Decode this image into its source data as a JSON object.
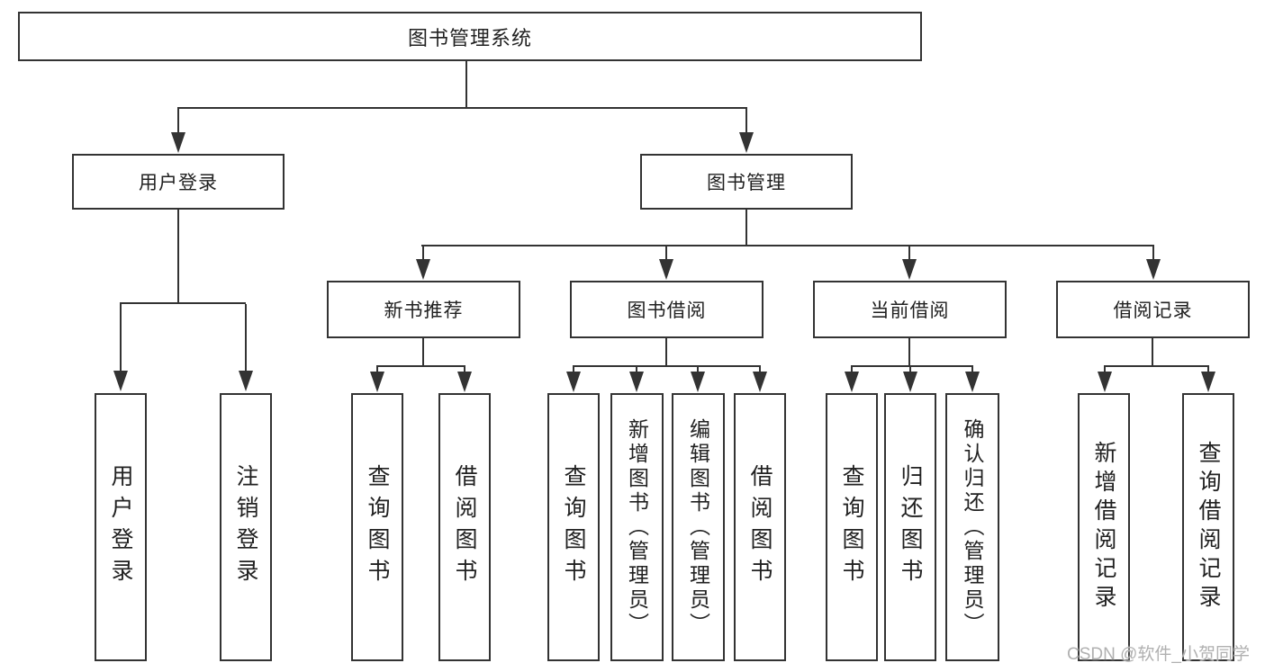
{
  "diagram": {
    "root": {
      "label": "图书管理系统"
    },
    "level2": [
      {
        "label": "用户登录"
      },
      {
        "label": "图书管理"
      }
    ],
    "level3": [
      {
        "label": "新书推荐"
      },
      {
        "label": "图书借阅"
      },
      {
        "label": "当前借阅"
      },
      {
        "label": "借阅记录"
      }
    ],
    "leaves": {
      "user": [
        "用户登录",
        "注销登录"
      ],
      "newbook": [
        "查询图书",
        "借阅图书"
      ],
      "borrow": [
        "查询图书",
        "新增图书（管理员）",
        "编辑图书（管理员）",
        "借阅图书"
      ],
      "current": [
        "查询图书",
        "归还图书",
        "确认归还（管理员）"
      ],
      "records": [
        "新增借阅记录",
        "查询借阅记录"
      ]
    }
  },
  "watermark": {
    "text": "CSDN @软件_小贺同学"
  },
  "colors": {
    "line": "#333333",
    "text": "#212121",
    "background": "#ffffff",
    "watermark": "#b0b0b0"
  }
}
